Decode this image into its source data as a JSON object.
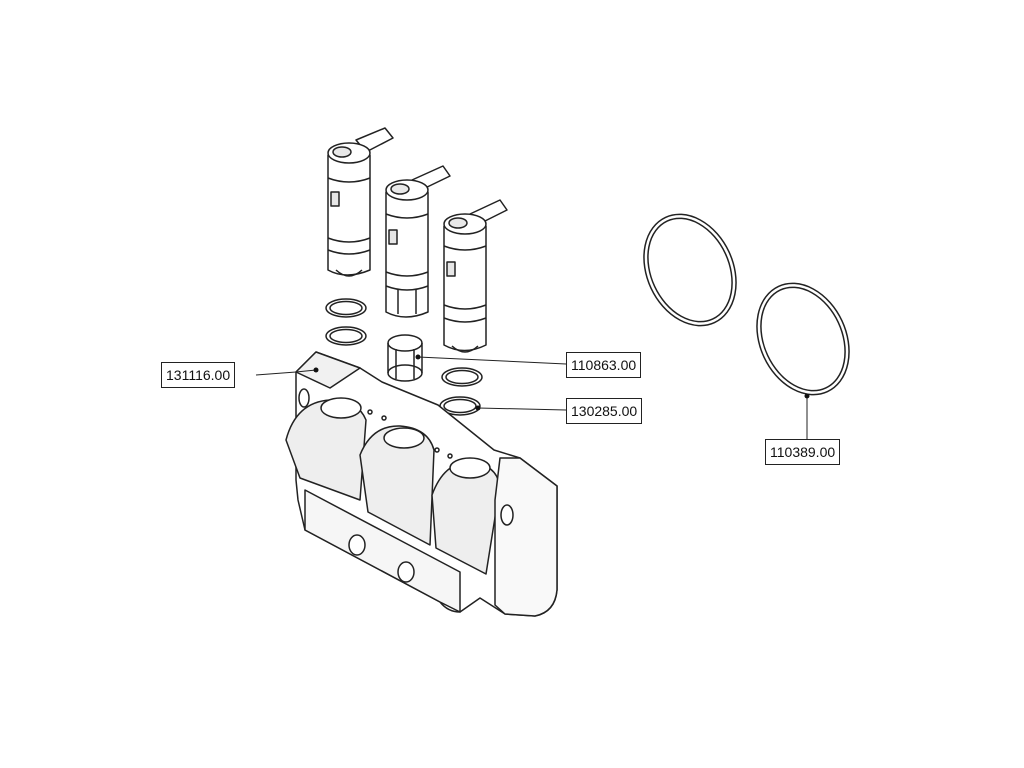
{
  "diagram": {
    "part_numbers": {
      "body": "131116.00",
      "filter_insert": "110863.00",
      "o_ring_small": "130285.00",
      "o_ring_large": "110389.00"
    },
    "colors": {
      "line": "#222222",
      "fill": "#ffffff",
      "shade": "#ececec",
      "dark_shade": "#d6d6d6"
    }
  }
}
